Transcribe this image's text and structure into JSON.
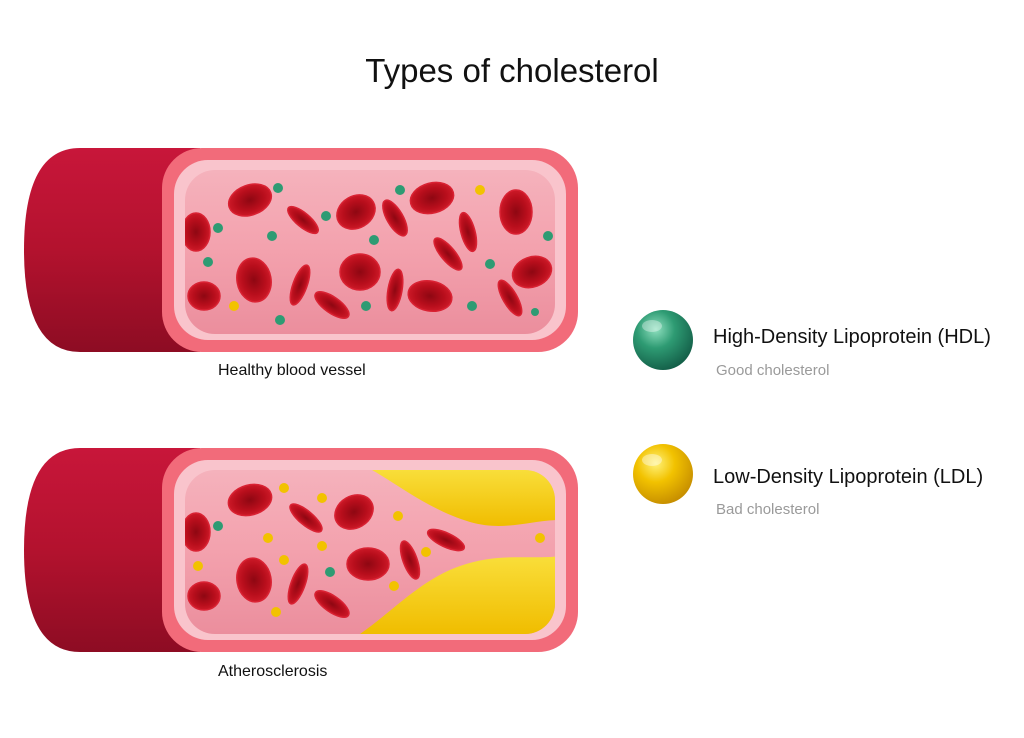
{
  "title": "Types of cholesterol",
  "vessels": [
    {
      "caption": "Healthy blood vessel",
      "state": "healthy"
    },
    {
      "caption": "Atherosclerosis",
      "state": "plaque"
    }
  ],
  "legend": [
    {
      "name": "High-Density Lipoprotein (HDL)",
      "description": "Good cholesterol",
      "color": "#2e9b73"
    },
    {
      "name": "Low-Density Lipoprotein (LDL)",
      "description": "Bad cholesterol",
      "color": "#f2c200"
    }
  ],
  "colors": {
    "vessel_outer": "#b3122e",
    "vessel_wall": "#f26b7a",
    "lumen": "#f3a1ad",
    "red_blood_cell": "#c0111f",
    "plaque": "#f7d31d"
  }
}
